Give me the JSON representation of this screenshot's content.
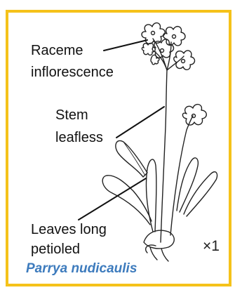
{
  "labels": {
    "raceme_line1": "Raceme",
    "raceme_line2": "inflorescence",
    "stem_line1": "Stem",
    "stem_line2": "leafless",
    "leaves_line1": "Leaves long",
    "leaves_line2": "petioled"
  },
  "species": "Parrya nudicaulis",
  "scale_mark": "×1",
  "colors": {
    "frame_border": "#f5c21a",
    "species_text": "#3d7bbd",
    "drawing_ink": "#222222"
  }
}
